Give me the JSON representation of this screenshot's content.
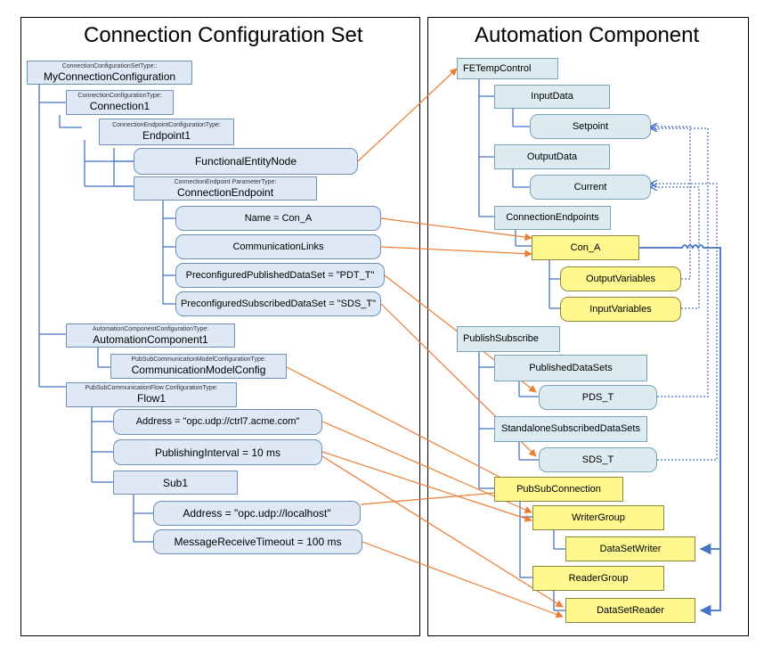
{
  "left_panel": {
    "title": "Connection Configuration Set",
    "nodes": [
      {
        "id": "ccs",
        "type_label": "ConnectionConfigurationSetType::",
        "name": "MyConnectionConfiguration"
      },
      {
        "id": "conn1",
        "type_label": "ConnectionConfigurationType:",
        "name": "Connection1"
      },
      {
        "id": "ep1",
        "type_label": "ConnectionEndpointConfigurationType:",
        "name": "Endpoint1"
      },
      {
        "id": "fen",
        "type_label": "",
        "name": "FunctionalEntityNode"
      },
      {
        "id": "cep",
        "type_label": "ConnectionEndpoint ParameterType:",
        "name": "ConnectionEndpoint"
      },
      {
        "id": "name",
        "type_label": "",
        "name": "Name = Con_A"
      },
      {
        "id": "commlinks",
        "type_label": "",
        "name": "CommunicationLinks"
      },
      {
        "id": "pubds",
        "type_label": "",
        "name": "PreconfiguredPublishedDataSet = \"PDT_T\""
      },
      {
        "id": "subds",
        "type_label": "",
        "name": "PreconfiguredSubscribedDataSet = \"SDS_T\""
      },
      {
        "id": "acc",
        "type_label": "AutomationComponentConfigurationType:",
        "name": "AutomationComponent1"
      },
      {
        "id": "cmc",
        "type_label": "PubSubCommunicationModelConfigurationType:",
        "name": "CommunicationModelConfig"
      },
      {
        "id": "flow1",
        "type_label": "PubSubCommunicationFlow ConfigurationType:",
        "name": "Flow1"
      },
      {
        "id": "addr1",
        "type_label": "",
        "name": "Address = \"opc.udp://ctrl7.acme.com\""
      },
      {
        "id": "pubint",
        "type_label": "",
        "name": "PublishingInterval = 10 ms"
      },
      {
        "id": "sub1",
        "type_label": "",
        "name": "Sub1"
      },
      {
        "id": "addr2",
        "type_label": "",
        "name": "Address = \"opc.udp://localhost\""
      },
      {
        "id": "mrt",
        "type_label": "",
        "name": "MessageReceiveTimeout = 100 ms"
      }
    ]
  },
  "right_panel": {
    "title": "Automation Component",
    "nodes": [
      {
        "id": "fet",
        "name": "FETempControl"
      },
      {
        "id": "indata",
        "name": "InputData"
      },
      {
        "id": "setpoint",
        "name": "Setpoint"
      },
      {
        "id": "outdata",
        "name": "OutputData"
      },
      {
        "id": "current",
        "name": "Current"
      },
      {
        "id": "conneps",
        "name": "ConnectionEndpoints"
      },
      {
        "id": "cona",
        "name": "Con_A"
      },
      {
        "id": "outvars",
        "name": "OutputVariables"
      },
      {
        "id": "invars",
        "name": "InputVariables"
      },
      {
        "id": "pubsub",
        "name": "PublishSubscribe"
      },
      {
        "id": "pubdss",
        "name": "PublishedDataSets"
      },
      {
        "id": "pdst",
        "name": "PDS_T"
      },
      {
        "id": "sasds",
        "name": "StandaloneSubscribedDataSets"
      },
      {
        "id": "sdst",
        "name": "SDS_T"
      },
      {
        "id": "psconn",
        "name": "PubSubConnection"
      },
      {
        "id": "wg",
        "name": "WriterGroup"
      },
      {
        "id": "dsw",
        "name": "DataSetWriter"
      },
      {
        "id": "rg",
        "name": "ReaderGroup"
      },
      {
        "id": "dsr",
        "name": "DataSetReader"
      }
    ]
  },
  "colors": {
    "tree_line": "#4472c4",
    "mapping_arrow": "#ed7d31",
    "reference_dotted": "#4472c4",
    "config_node_fill": "#dfe8f5",
    "component_node_fill": "#dbebf0",
    "connection_node_fill": "#fff88e"
  }
}
